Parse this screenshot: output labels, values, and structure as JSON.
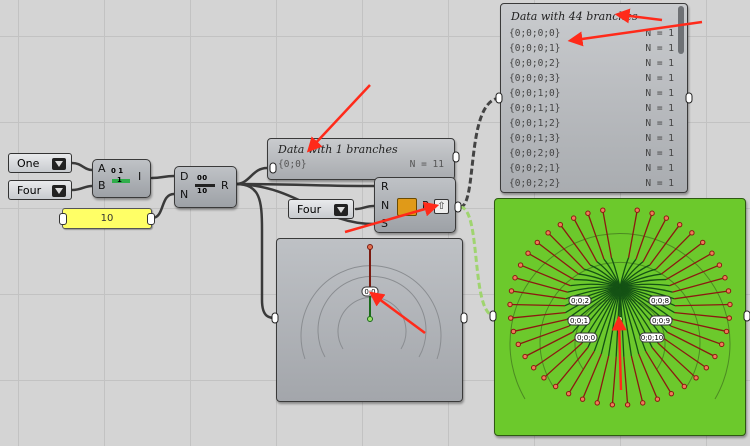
{
  "value_lists": {
    "one": {
      "selected": "One"
    },
    "four_top": {
      "selected": "Four"
    },
    "four_mid": {
      "selected": "Four"
    }
  },
  "slider": {
    "value": "10"
  },
  "components": {
    "merge": {
      "inputs": [
        "A",
        "B"
      ],
      "output": "I",
      "icon_top": "0 1",
      "icon_bottom": "1"
    },
    "matrix": {
      "inputs": [
        "D",
        "N"
      ],
      "output": "R",
      "icon_top": "0 0",
      "icon_bottom": "1 0"
    },
    "entwine": {
      "inputs": [
        "R",
        "N",
        "S"
      ],
      "output": "P"
    }
  },
  "panel_one": {
    "title": "Data with 1 branches",
    "path": "{0;0}",
    "count": "N = 11"
  },
  "panel_big": {
    "title": "Data with 44 branches",
    "rows": [
      {
        "path": "{0;0;0;0}",
        "count": "N = 1"
      },
      {
        "path": "{0;0;0;1}",
        "count": "N = 1"
      },
      {
        "path": "{0;0;0;2}",
        "count": "N = 1"
      },
      {
        "path": "{0;0;0;3}",
        "count": "N = 1"
      },
      {
        "path": "{0;0;1;0}",
        "count": "N = 1"
      },
      {
        "path": "{0;0;1;1}",
        "count": "N = 1"
      },
      {
        "path": "{0;0;1;2}",
        "count": "N = 1"
      },
      {
        "path": "{0;0;1;3}",
        "count": "N = 1"
      },
      {
        "path": "{0;0;2;0}",
        "count": "N = 1"
      },
      {
        "path": "{0;0;2;1}",
        "count": "N = 1"
      },
      {
        "path": "{0;0;2;2}",
        "count": "N = 1"
      }
    ]
  },
  "tree_small": {
    "label": "0;0"
  },
  "tree_big": {
    "labels": [
      "0;0;2",
      "0;0;1",
      "0;0;0",
      "0;0;8",
      "0;0;9",
      "0;0;10"
    ]
  },
  "colors": {
    "canvas": "#d4d4d4",
    "slider": "#ffff66",
    "tree_panel": "#6cc92c",
    "arrow": "#ff2a1a",
    "red_branch": "#8b1a10",
    "green_branch": "#145214"
  }
}
